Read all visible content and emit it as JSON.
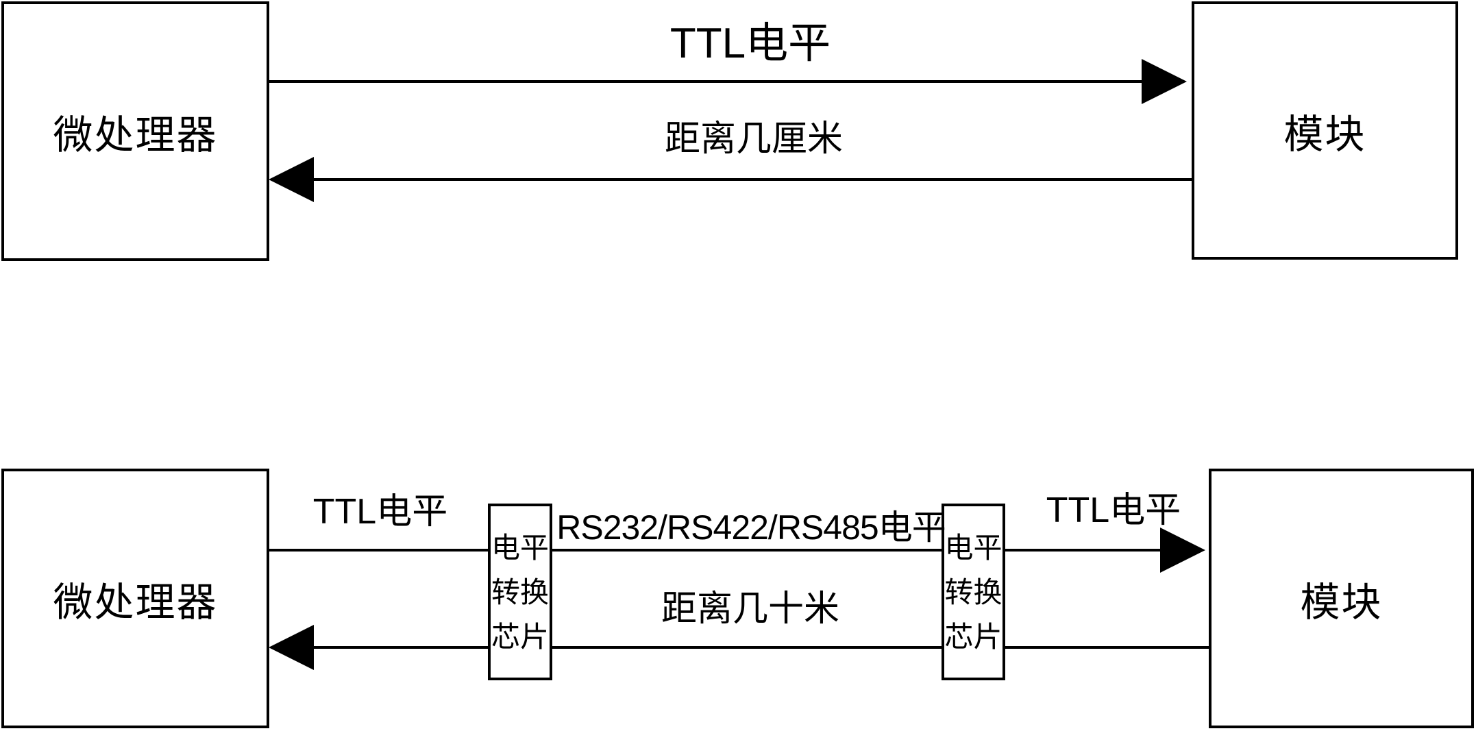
{
  "colors": {
    "ink": "#000000",
    "paper": "#ffffff"
  },
  "top_diagram": {
    "processor_box_label": "微处理器",
    "module_box_label": "模块",
    "signal_label": "TTL电平",
    "distance_label": "距离几厘米"
  },
  "bottom_diagram": {
    "processor_box_label": "微处理器",
    "module_box_label": "模块",
    "left_signal_label": "TTL电平",
    "middle_signal_label": "RS232/RS422/RS485电平",
    "distance_label": "距离几十米",
    "right_signal_label": "TTL电平",
    "left_chip_lines": [
      "电平",
      "转换",
      "芯片"
    ],
    "right_chip_lines": [
      "电平",
      "转换",
      "芯片"
    ]
  }
}
